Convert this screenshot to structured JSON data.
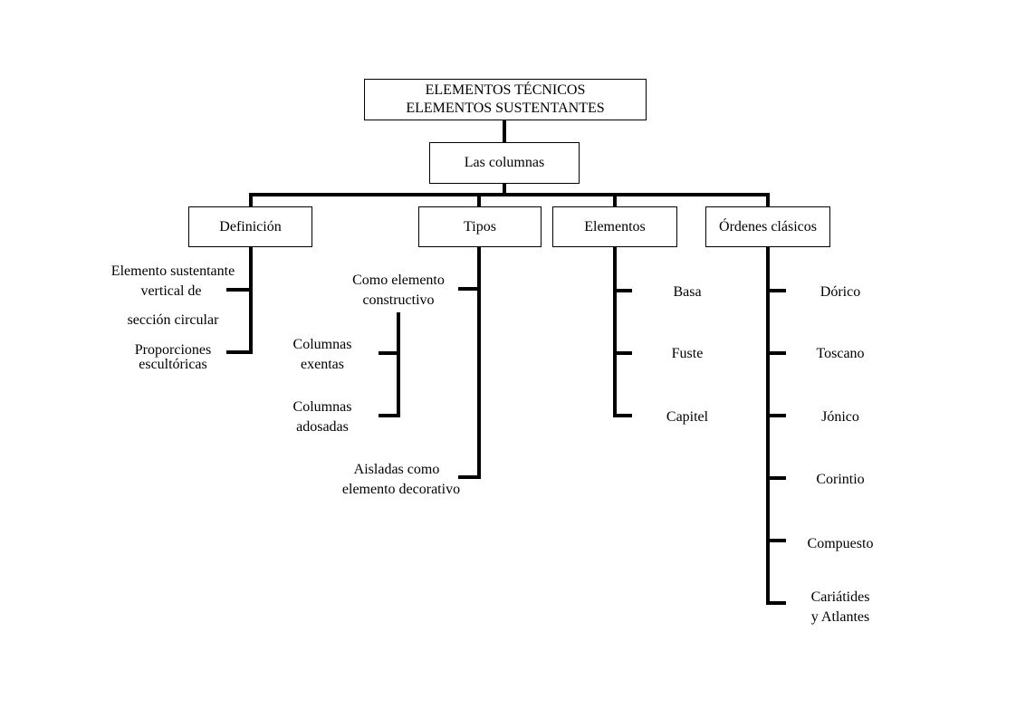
{
  "diagram": {
    "root": {
      "line1": "ELEMENTOS TÉCNICOS",
      "line2": "ELEMENTOS SUSTENTANTES"
    },
    "main": "Las columnas",
    "categories": {
      "definicion": "Definición",
      "tipos": "Tipos",
      "elementos": "Elementos",
      "ordenes": "Órdenes clásicos"
    },
    "definicion_items": {
      "def1_line1": "Elemento sustentante",
      "def1_line2": "vertical de",
      "def1_line3": "sección circular",
      "def2_line1": "Proporciones",
      "def2_line2": "escultóricas"
    },
    "tipos_items": {
      "constructivo_line1": "Como elemento",
      "constructivo_line2": "constructivo",
      "exentas_line1": "Columnas",
      "exentas_line2": "exentas",
      "adosadas_line1": "Columnas",
      "adosadas_line2": "adosadas",
      "decorativo_line1": "Aisladas como",
      "decorativo_line2": "elemento decorativo"
    },
    "elementos_items": [
      "Basa",
      "Fuste",
      "Capitel"
    ],
    "ordenes_items": {
      "dorico": "Dórico",
      "toscano": "Toscano",
      "jonico": "Jónico",
      "corintio": "Corintio",
      "compuesto": "Compuesto",
      "cariatides_line1": "Cariátides",
      "cariatides_line2": "y Atlantes"
    }
  }
}
